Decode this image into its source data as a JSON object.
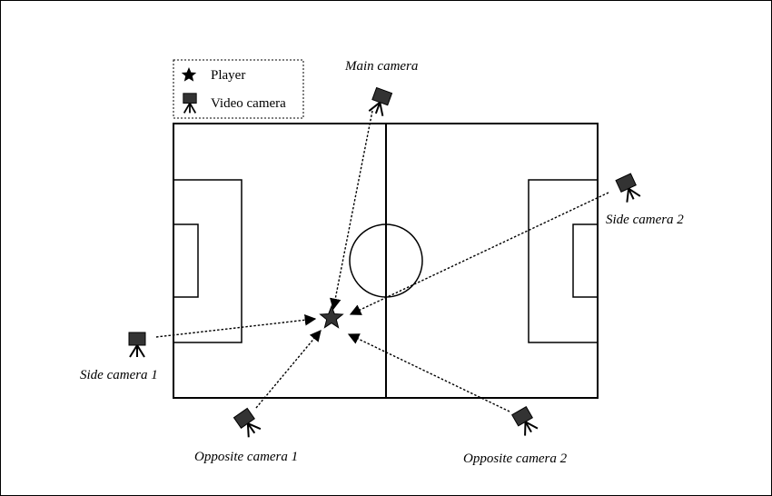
{
  "legend": {
    "items": [
      {
        "symbol": "star-icon",
        "label": "Player"
      },
      {
        "symbol": "video-camera-icon",
        "label": "Video camera"
      }
    ]
  },
  "cameras": [
    {
      "id": "main",
      "label": "Main camera"
    },
    {
      "id": "side1",
      "label": "Side camera 1"
    },
    {
      "id": "side2",
      "label": "Side camera 2"
    },
    {
      "id": "opp1",
      "label": "Opposite camera 1"
    },
    {
      "id": "opp2",
      "label": "Opposite camera 2"
    }
  ],
  "colors": {
    "line": "#000000",
    "camera": "#333333",
    "background": "#ffffff"
  }
}
